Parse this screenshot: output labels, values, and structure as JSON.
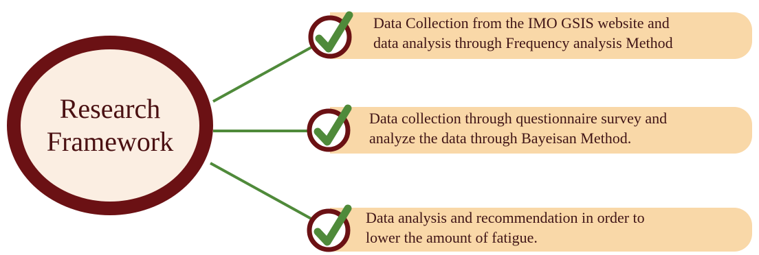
{
  "center": {
    "line1": "Research",
    "line2": "Framework"
  },
  "items": [
    {
      "line1": "Data Collection from the IMO GSIS website and",
      "line2": "data analysis through Frequency analysis Method"
    },
    {
      "line1": "Data collection through questionnaire survey and",
      "line2": "analyze the data through Bayeisan Method."
    },
    {
      "line1": "Data analysis and recommendation in order to",
      "line2": "lower the amount of fatigue."
    }
  ],
  "colors": {
    "ring": "#6b1114",
    "center_fill": "#fbeee2",
    "bar_fill": "#f9d8a8",
    "connector": "#4f8a3a",
    "check": "#4f8a3a",
    "text": "#3f1416"
  },
  "icons": {
    "item_marker": "checkmark-circle-icon"
  }
}
